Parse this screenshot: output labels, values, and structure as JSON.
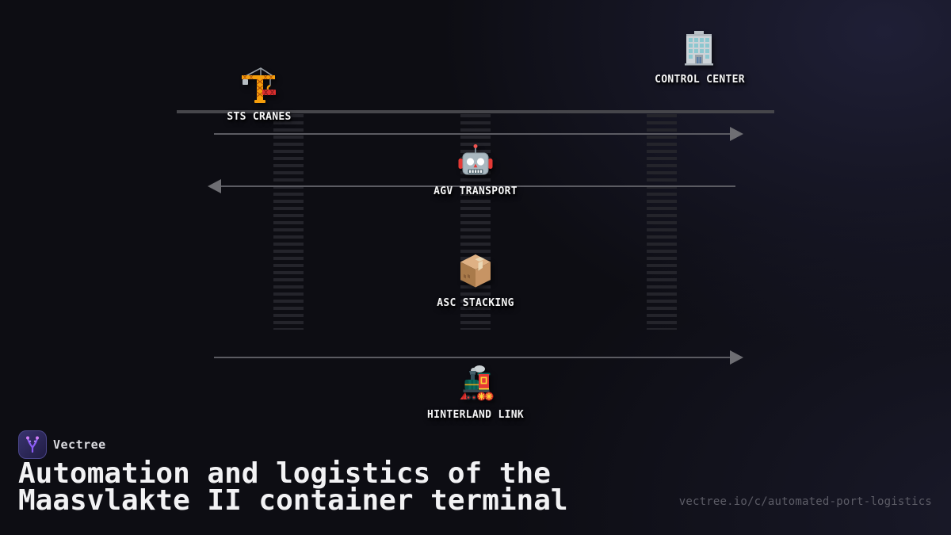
{
  "colors": {
    "background": "#0d0d13",
    "background_highlight": "#1f1f36",
    "quay_line": "#46464b",
    "flow_line": "#5b5b62",
    "arrowhead": "#6e6e73",
    "track_stripe": "#24242b",
    "label_text": "#f5f5f6",
    "title_text": "#f2f2f4",
    "url_text": "#5c5c66",
    "brand_accent": "#8b5cf6"
  },
  "diagram": {
    "nodes": [
      {
        "id": "sts-cranes",
        "label": "STS CRANES",
        "icon": "crane-icon"
      },
      {
        "id": "control-center",
        "label": "CONTROL CENTER",
        "icon": "office-building-icon"
      },
      {
        "id": "agv-transport",
        "label": "AGV TRANSPORT",
        "icon": "robot-icon"
      },
      {
        "id": "asc-stacking",
        "label": "ASC STACKING",
        "icon": "package-icon"
      },
      {
        "id": "hinterland-link",
        "label": "HINTERLAND LINK",
        "icon": "locomotive-icon"
      }
    ]
  },
  "footer": {
    "brand": "Vectree",
    "title_lines": [
      "Automation and logistics of the",
      "Maasvlakte II container terminal"
    ],
    "url": "vectree.io/c/automated-port-logistics"
  }
}
